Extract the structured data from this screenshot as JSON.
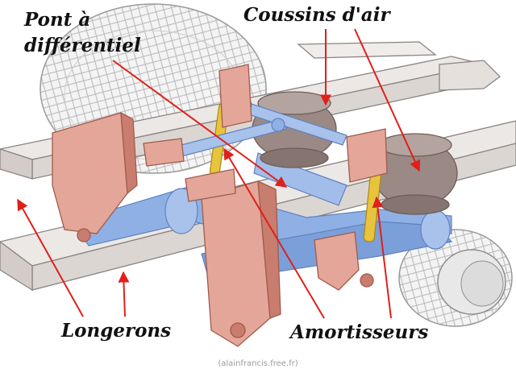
{
  "labels": {
    "pont_line1": "Pont à",
    "pont_line2": "différentiel",
    "coussins": "Coussins d'air",
    "longerons": "Longerons",
    "amortisseurs": "Amortisseurs"
  },
  "credit": "(alainfrancis.free.fr)",
  "colors": {
    "frame": "#ece8e6",
    "frame_stroke": "#8a8482",
    "bracket": "#e4a698",
    "bracket_dark": "#c97d6e",
    "beam": "#8fb0e4",
    "beam_dark": "#5e82c2",
    "airbag": "#9b8985",
    "airbag_dark": "#6e5c58",
    "shock": "#e8c43c",
    "tire": "#f2f2f2",
    "arrow": "#e0201a"
  }
}
